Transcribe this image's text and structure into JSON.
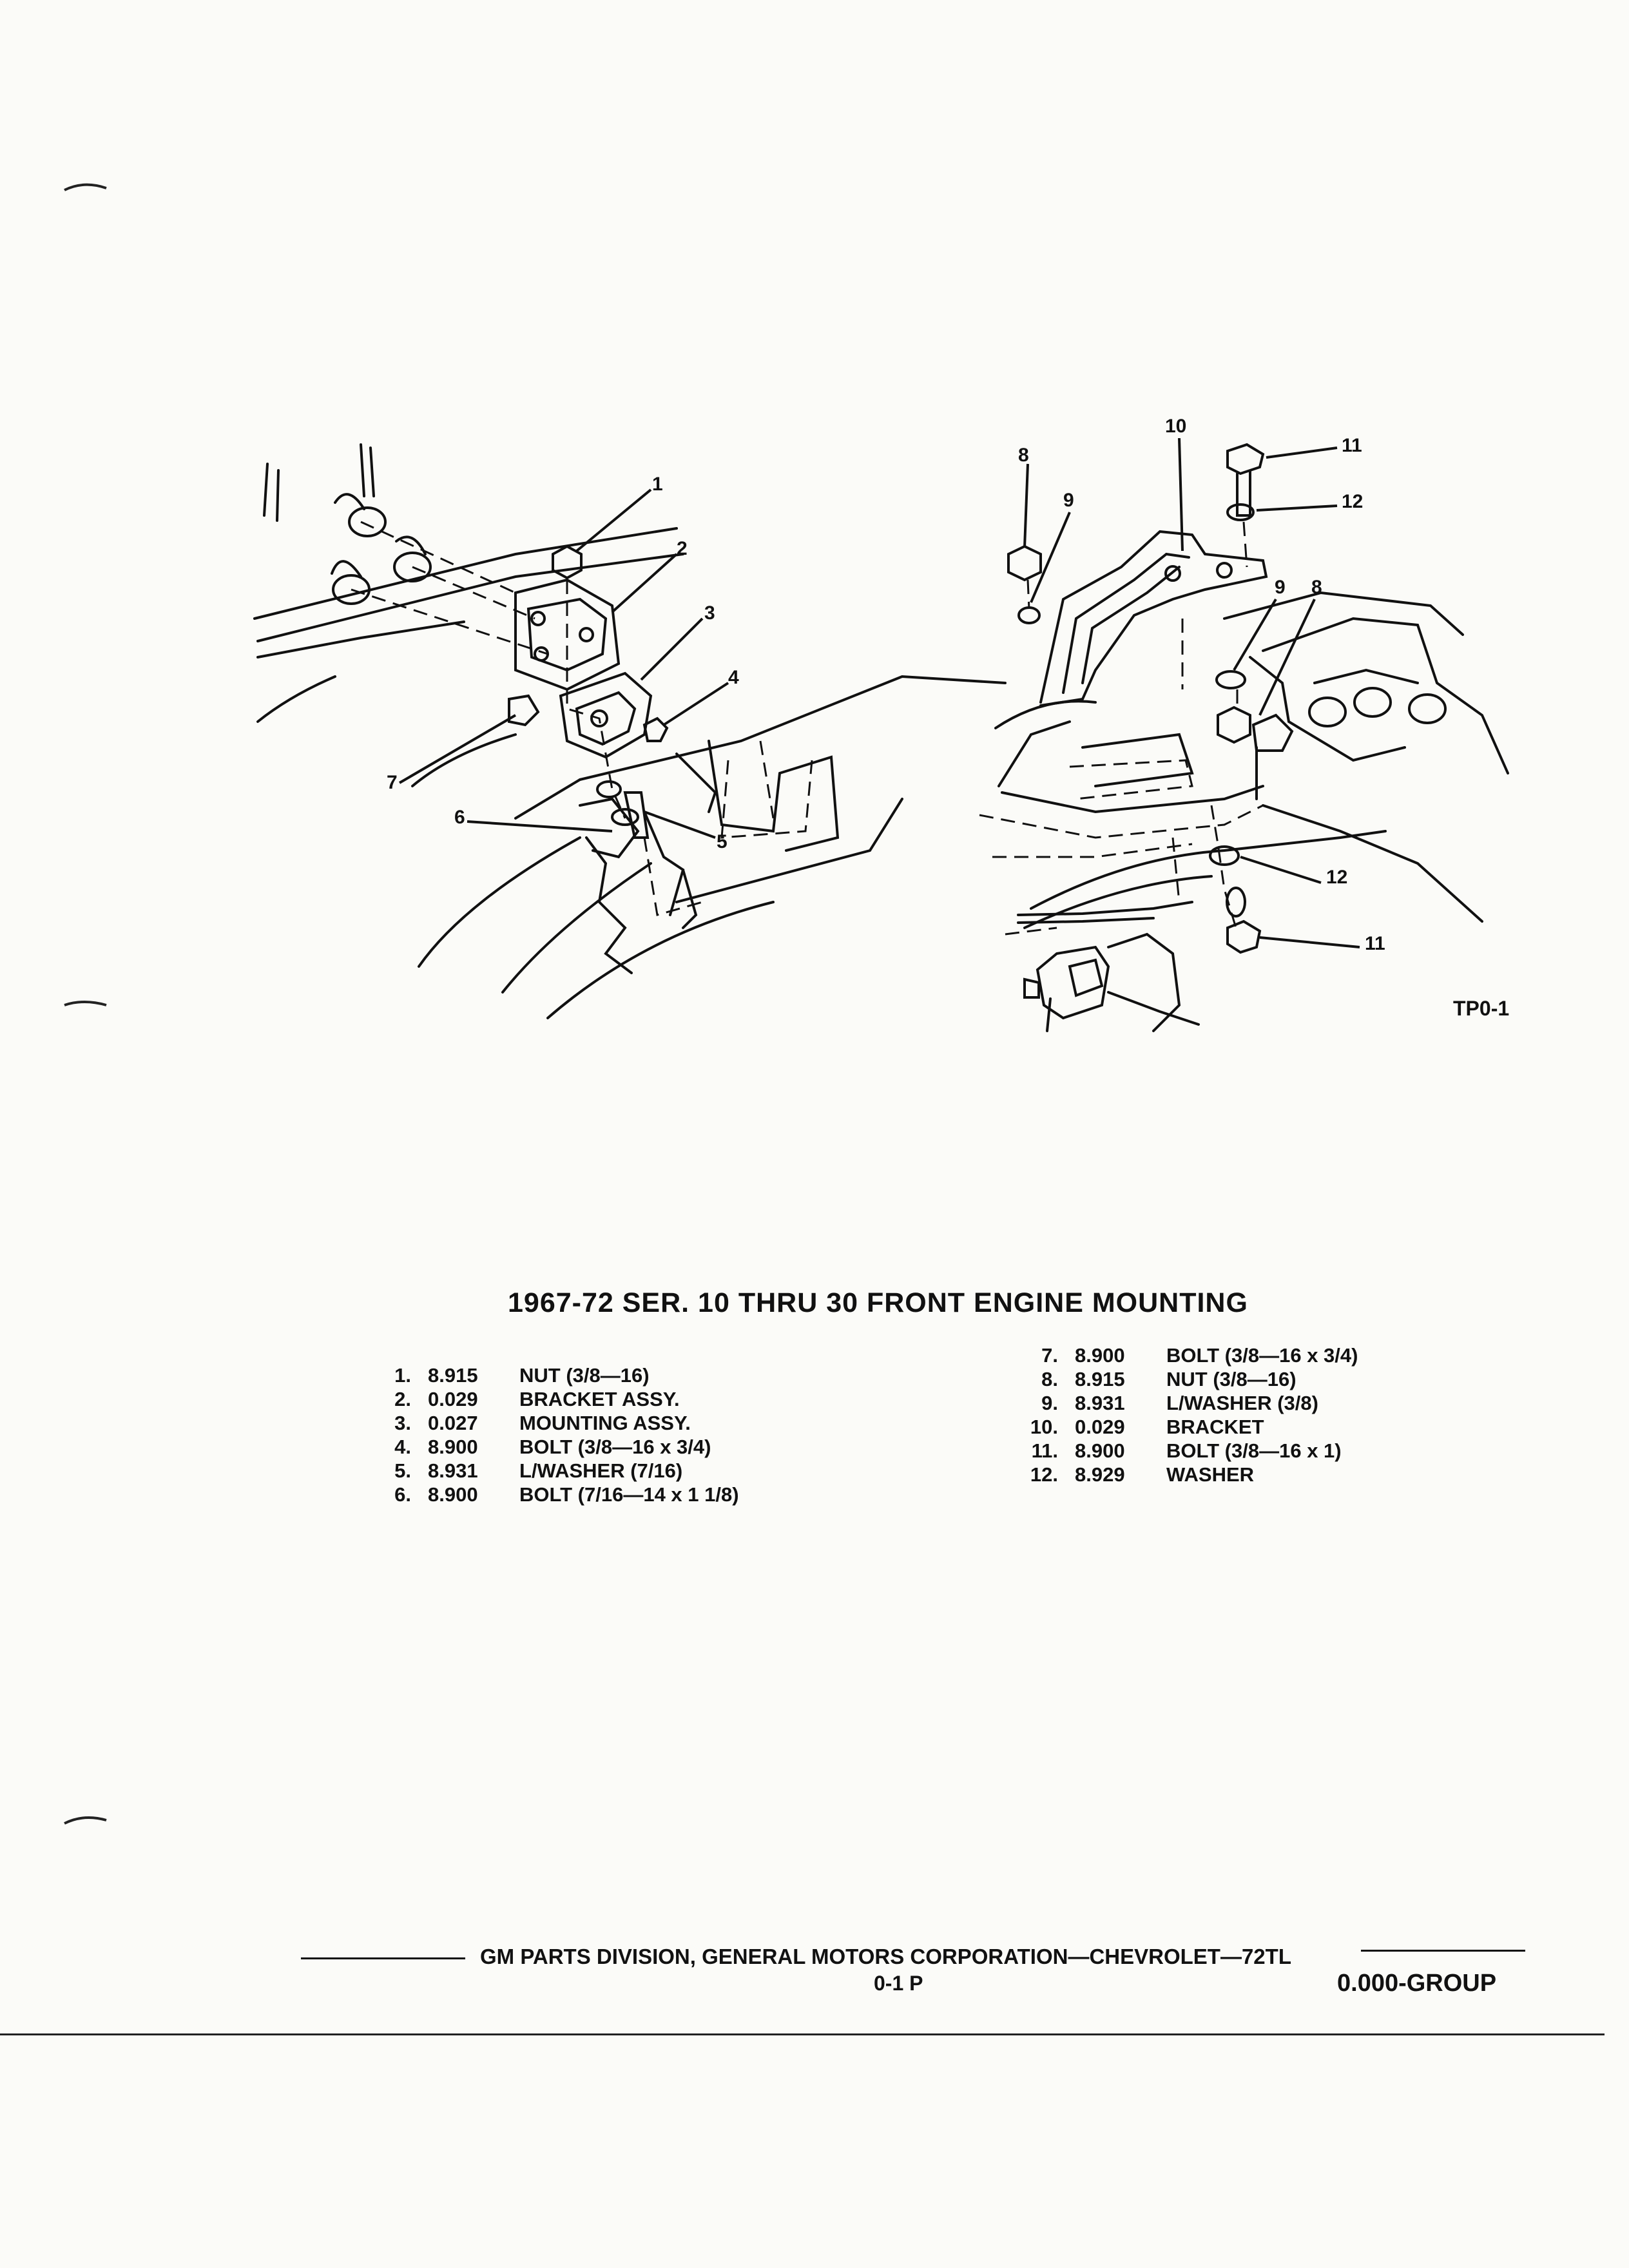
{
  "figure": {
    "code": "TP0-1",
    "callouts": {
      "left": [
        "1",
        "2",
        "3",
        "4",
        "5",
        "6",
        "7"
      ],
      "right": [
        "8",
        "9",
        "10",
        "11",
        "12",
        "9",
        "8",
        "12",
        "11"
      ]
    }
  },
  "title": "1967-72 SER. 10 THRU 30 FRONT ENGINE MOUNTING",
  "parts_left": [
    {
      "num": "1.",
      "code": "8.915",
      "desc": "NUT (3/8—16)"
    },
    {
      "num": "2.",
      "code": "0.029",
      "desc": "BRACKET ASSY."
    },
    {
      "num": "3.",
      "code": "0.027",
      "desc": "MOUNTING ASSY."
    },
    {
      "num": "4.",
      "code": "8.900",
      "desc": "BOLT (3/8—16 x 3/4)"
    },
    {
      "num": "5.",
      "code": "8.931",
      "desc": "L/WASHER (7/16)"
    },
    {
      "num": "6.",
      "code": "8.900",
      "desc": "BOLT (7/16—14 x 1 1/8)"
    }
  ],
  "parts_right": [
    {
      "num": "7.",
      "code": "8.900",
      "desc": "BOLT (3/8—16 x 3/4)"
    },
    {
      "num": "8.",
      "code": "8.915",
      "desc": "NUT (3/8—16)"
    },
    {
      "num": "9.",
      "code": "8.931",
      "desc": "L/WASHER (3/8)"
    },
    {
      "num": "10.",
      "code": "0.029",
      "desc": "BRACKET"
    },
    {
      "num": "11.",
      "code": "8.900",
      "desc": "BOLT (3/8—16 x 1)"
    },
    {
      "num": "12.",
      "code": "8.929",
      "desc": "WASHER"
    }
  ],
  "footer": {
    "division": "GM PARTS DIVISION, GENERAL MOTORS CORPORATION—CHEVROLET—72TL",
    "page": "0-1 P",
    "group": "0.000-GROUP"
  }
}
